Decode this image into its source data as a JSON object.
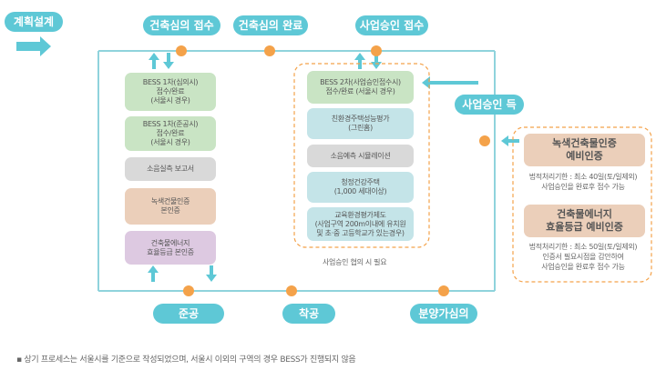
{
  "start_label": "계획설계",
  "top_stages": [
    "건축심의 접수",
    "건축심의 완료",
    "사업승인 접수"
  ],
  "bottom_stages": [
    "준공",
    "착공",
    "분양가심의"
  ],
  "after_approval": "사업승인 득",
  "left_boxes": [
    "BESS 1차(심의시)\n접수/완료\n(서울시 경우)",
    "BESS 1차(준공시)\n접수/완료\n(서울시 경우)",
    "소음실측 보고서",
    "녹색건물인증\n본인증",
    "건축물에너지\n효율등급 본인증"
  ],
  "middle_boxes": [
    "BESS 2차(사업승인접수시)\n접수/완료 (서울시 경우)",
    "친환경주택성능평가\n(그린홈)",
    "소음예측 시뮬레이션",
    "청정건강주택\n(1,000 세대이상)",
    "교육환경평가제도\n(사업구역 200m이내에 유치원\n및 초·중 고등학교가 있는경우)"
  ],
  "middle_caption": "사업승인 협의 시 필요",
  "right_items": [
    {
      "title": "녹색건축물인증\n예비인증",
      "note": "법적처리기한 : 최소 40일(토/일제외)\n사업승인을 완료후 접수 가능"
    },
    {
      "title": "건축물에너지\n효율등급 예비인증",
      "note": "법적처리기한 : 최소 50일(토/일제외)\n인증서 필요시점을 감안하여\n사업승인을 완료후 접수 가능"
    }
  ],
  "footnote": "▪ 상기 프로세스는 서울시를 기준으로 작성되었으며, 서울시 이외의 구역의 경우 BESS가 진행되지 않음",
  "colors": {
    "teal": "#5ec8d6",
    "line": "#8fd3dc",
    "orange": "#f4a24a",
    "green": "#c9e4c4",
    "peach": "#ebcfba",
    "lilac": "#ddc9e1",
    "grey": "#d9d9d9",
    "light_teal": "#c4e4e8"
  }
}
